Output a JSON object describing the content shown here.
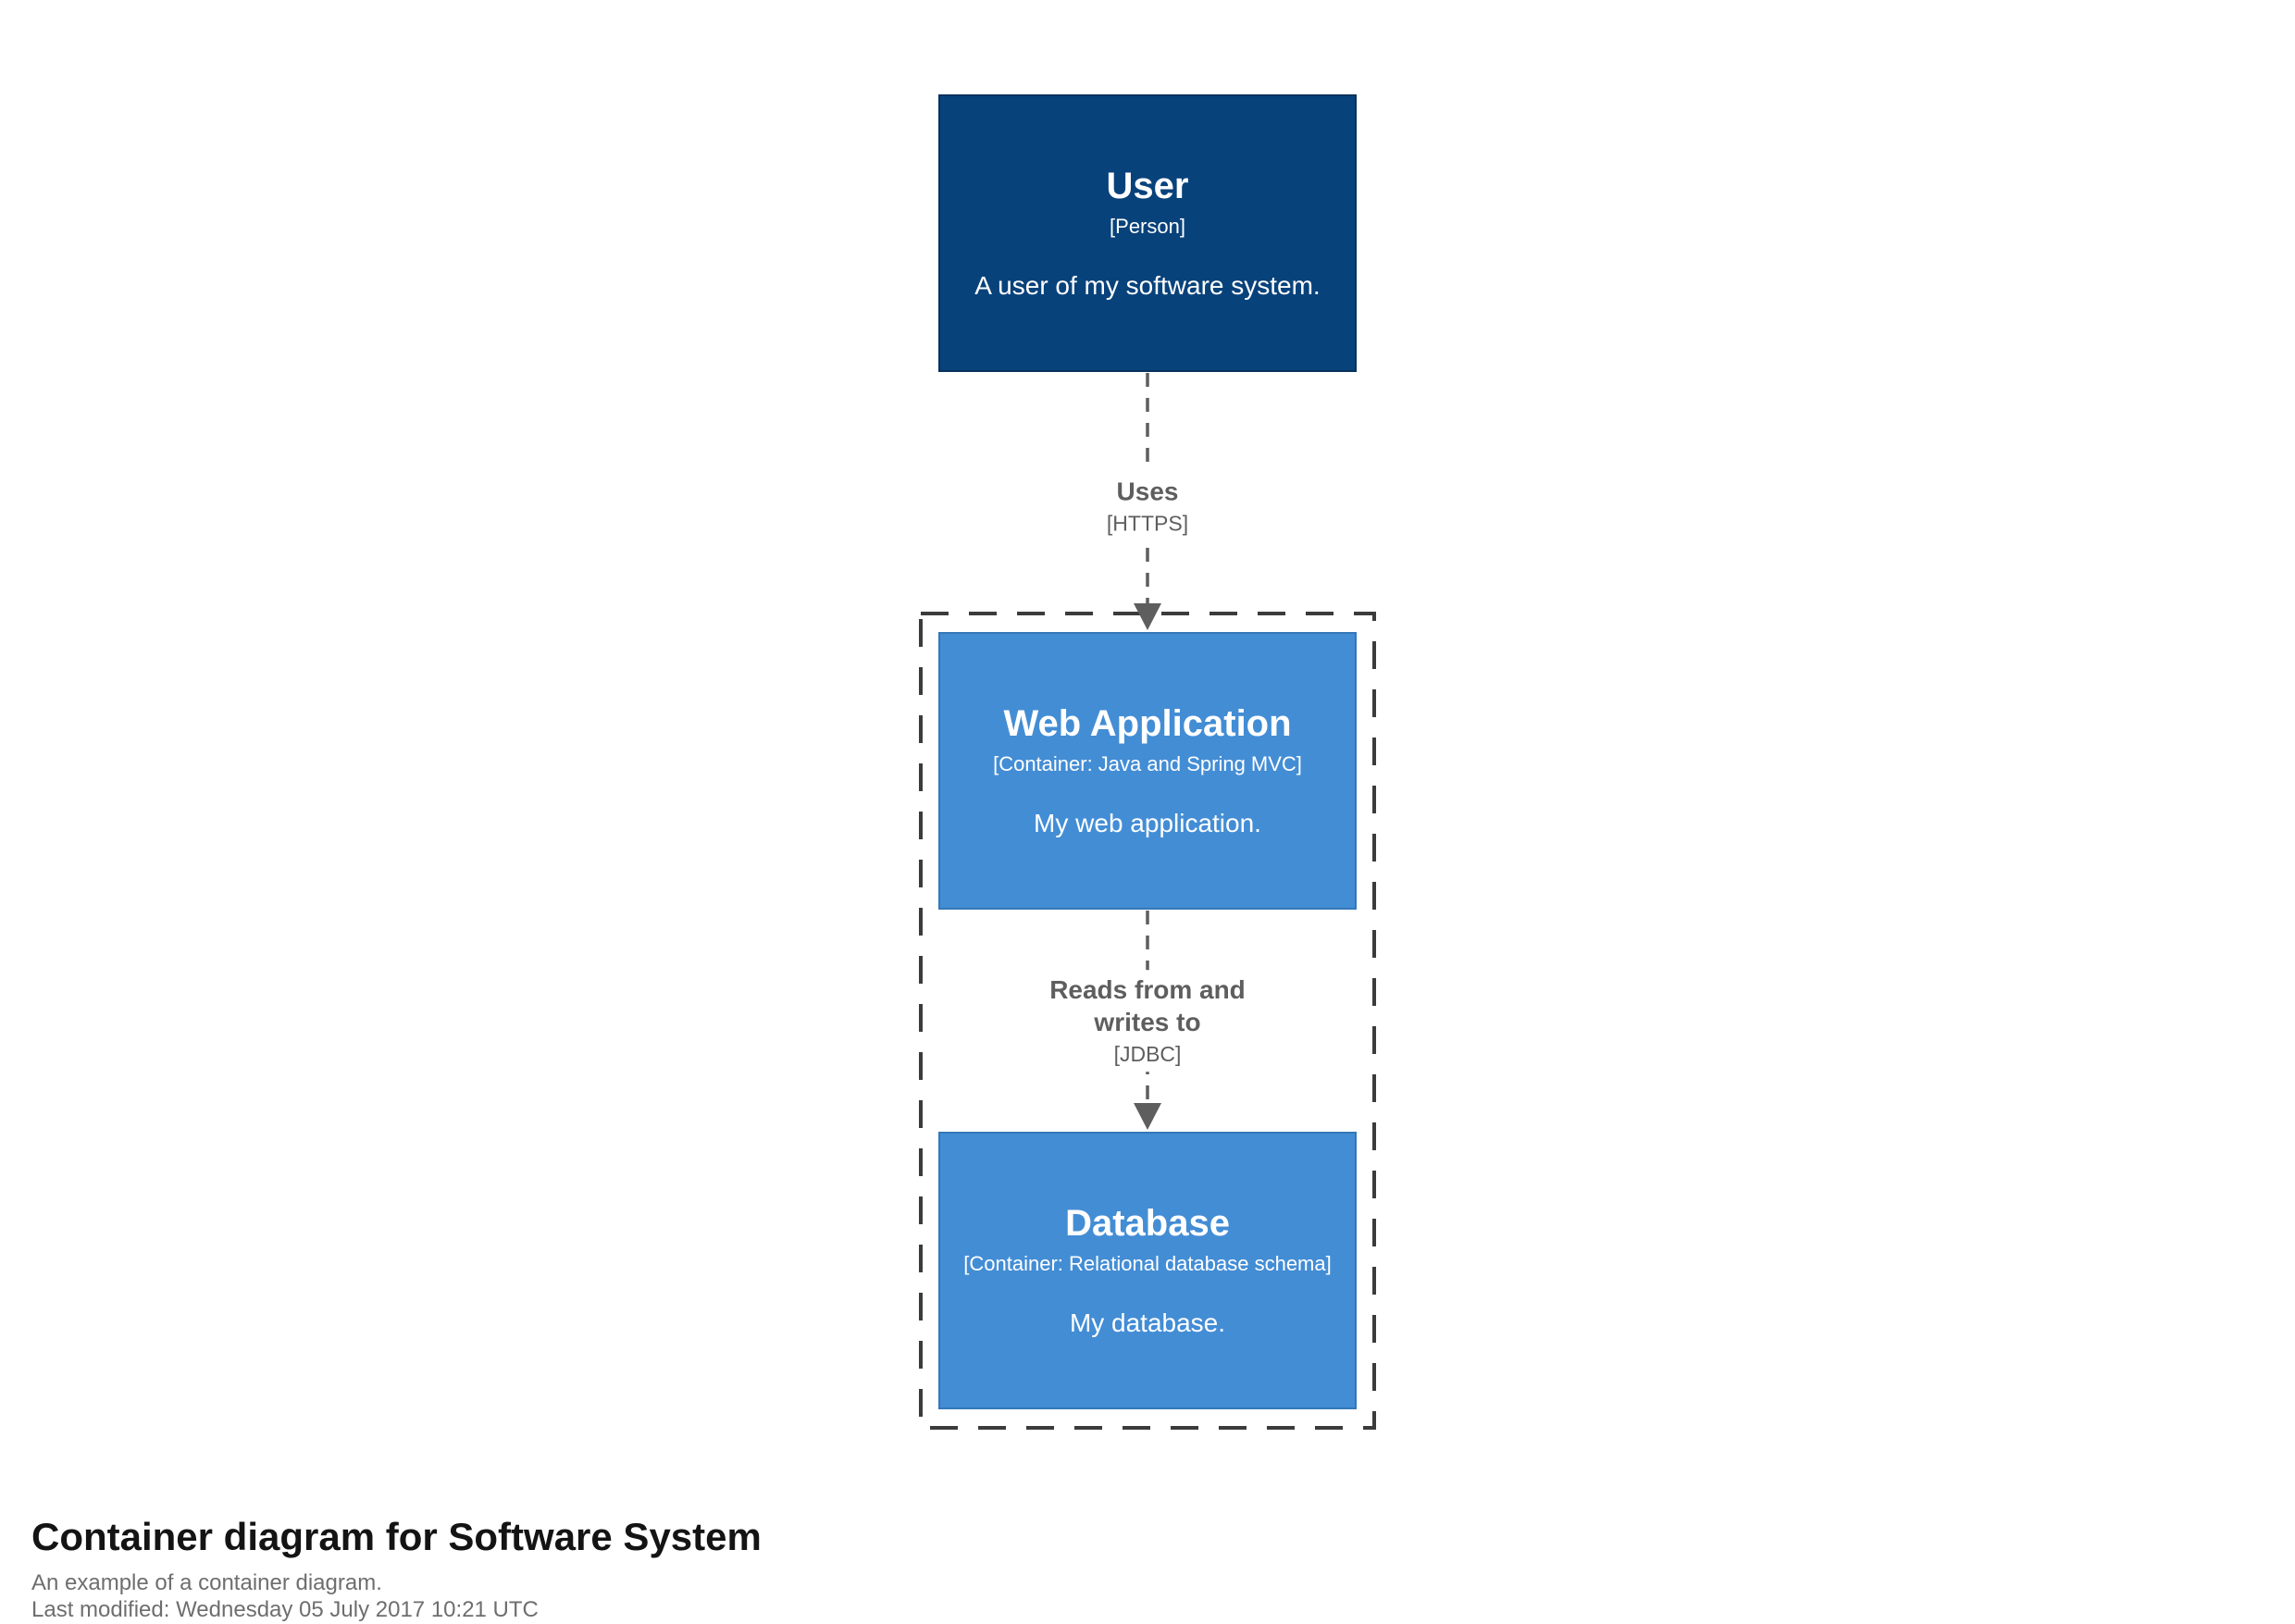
{
  "colors": {
    "person_bg": "#08427B",
    "person_border": "#06315c",
    "container_bg": "#438DD5",
    "container_border": "#3478b8",
    "relationship": "#5e5e5e",
    "boundary": "#3b3b3b",
    "title_text": "#141414",
    "subtitle_text": "#6e6e6e"
  },
  "diagram": {
    "elements": [
      {
        "name": "User",
        "metadata": "[Person]",
        "description": "A user of my software system."
      },
      {
        "name": "Web Application",
        "metadata": "[Container: Java and Spring MVC]",
        "description": "My web application."
      },
      {
        "name": "Database",
        "metadata": "[Container: Relational database schema]",
        "description": "My database."
      }
    ],
    "relationships": [
      {
        "name": "Uses",
        "metadata": "[HTTPS]"
      },
      {
        "name": "Reads from and writes to",
        "metadata": "[JDBC]"
      }
    ]
  },
  "footer": {
    "title": "Container diagram for Software System",
    "description": "An example of a container diagram.",
    "last_modified": "Last modified: Wednesday 05 July 2017 10:21 UTC"
  }
}
